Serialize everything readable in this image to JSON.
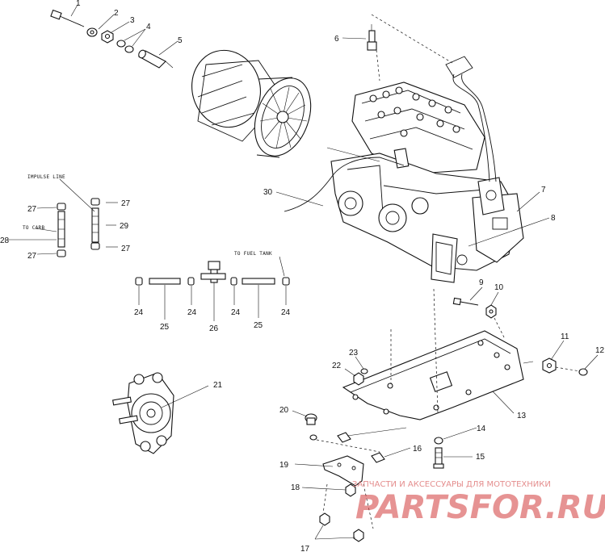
{
  "callouts": [
    "1",
    "2",
    "3",
    "4",
    "5",
    "6",
    "7",
    "8",
    "9",
    "10",
    "11",
    "12",
    "13",
    "14",
    "15",
    "16",
    "17",
    "18",
    "19",
    "20",
    "21",
    "22",
    "23",
    "24",
    "24",
    "24",
    "24",
    "24",
    "25",
    "25",
    "26",
    "27",
    "27",
    "27",
    "27",
    "28",
    "29",
    "30"
  ],
  "notes": {
    "impulse_line": "IMPULSE LINE",
    "to_carb": "TO CARB",
    "to_fuel_tank": "TO FUEL TANK"
  },
  "watermark": {
    "tagline": "ЗАПЧАСТИ И АКСЕССУАРЫ ДЛЯ МОТОТЕХНИКИ",
    "brand": "PARTSFOR.RU",
    "color": "#d23b3b"
  }
}
